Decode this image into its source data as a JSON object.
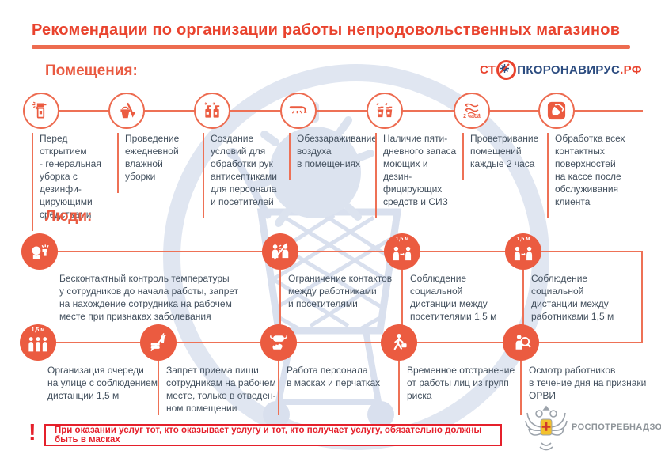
{
  "title": "Рекомендации по организации работы непродовольственных магазинов",
  "accent_color": "#EB5B40",
  "alert_color": "#E5202B",
  "logo": {
    "part1": "СТ",
    "icon": "no-virus-icon",
    "part2": "ПКОРОНАВИРУС",
    "part3": ".РФ"
  },
  "sections": {
    "premises": {
      "label": "Помещения:",
      "items": [
        {
          "icon": "spray-bottle-icon",
          "text": "Перед открытием\n- генеральная\nуборка с дезинфи-\nцирующими\nсредствами"
        },
        {
          "icon": "bucket-mop-icon",
          "text": "Проведение\nежедневной\nвлажной\nуборки"
        },
        {
          "icon": "sanitizer-dispensers-icon",
          "text": "Создание\nусловий для\nобработки рук\nантисептиками\nдля персонала\nи посетителей"
        },
        {
          "icon": "uv-lamp-icon",
          "text": "Обеззараживание\nвоздуха\nв помещениях"
        },
        {
          "icon": "disinfectant-stock-icon",
          "text": "Наличие пяти-\nдневного запаса\nмоющих и дезин-\nфицирующих\nсредств и СИЗ"
        },
        {
          "icon": "ventilation-waves-icon",
          "badge": "2 часа",
          "text": "Проветривание\nпомещений\nкаждые 2 часа"
        },
        {
          "icon": "surface-wipe-icon",
          "text": "Обработка всех\nконтактных\nповерхностей\nна кассе после\nобслуживания\nклиента"
        }
      ]
    },
    "people": {
      "label": "Люди:",
      "row1": [
        {
          "icon": "temperature-check-icon",
          "text": "Бесконтактный контроль температуры\nу сотрудников до начала работы, запрет\nна нахождение сотрудника на рабочем\nместе при признаках заболевания"
        },
        {
          "icon": "no-contact-icon",
          "text": "Ограничение контактов\nмежду работниками\nи посетителями"
        },
        {
          "icon": "social-distance-icon",
          "badge": "1,5 м",
          "text": "Соблюдение социальной\nдистанции между\nпосетителями 1,5 м"
        },
        {
          "icon": "social-distance-icon",
          "badge": "1,5 м",
          "text": "Соблюдение социальной\nдистанции между\nработниками 1,5 м"
        }
      ],
      "row2": [
        {
          "icon": "queue-icon",
          "badge": "1,5 м",
          "text": "Организация очереди\nна улице с соблюдением\nдистанции 1,5 м"
        },
        {
          "icon": "no-food-icon",
          "text": "Запрет приема пищи\nсотрудникам на рабочем\nместе, только в отведен-\nном помещении"
        },
        {
          "icon": "mask-gloves-icon",
          "text": "Работа персонала\nв масках и перчатках"
        },
        {
          "icon": "risk-group-icon",
          "text": "Временное отстранение\nот работы лиц из групп\nриска"
        },
        {
          "icon": "health-inspection-icon",
          "text": "Осмотр работников\nв течение дня на признаки\nОРВИ"
        }
      ]
    }
  },
  "footer": {
    "exclamation": "!",
    "banner": "При оказании услуг тот, кто оказывает услугу и тот, кто получает услугу, обязательно должны быть в масках",
    "agency": "РОСПОТРЕБНАДЗОР"
  }
}
